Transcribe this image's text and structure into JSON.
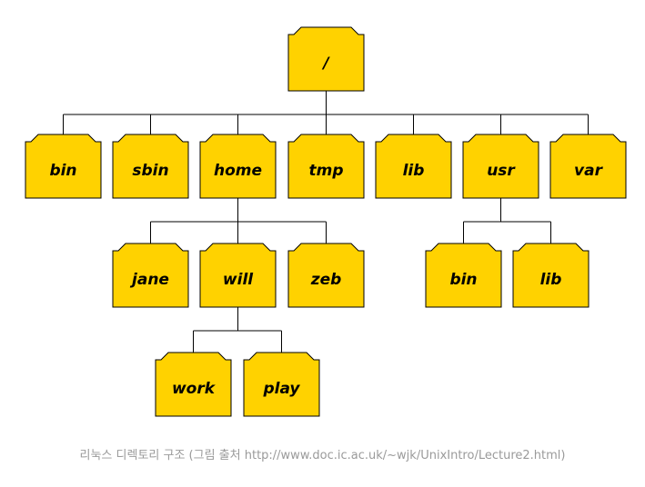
{
  "diagram": {
    "nodes": [
      {
        "id": "root",
        "label": "/"
      },
      {
        "id": "bin",
        "label": "bin"
      },
      {
        "id": "sbin",
        "label": "sbin"
      },
      {
        "id": "home",
        "label": "home"
      },
      {
        "id": "tmp",
        "label": "tmp"
      },
      {
        "id": "lib",
        "label": "lib"
      },
      {
        "id": "usr",
        "label": "usr"
      },
      {
        "id": "var",
        "label": "var"
      },
      {
        "id": "jane",
        "label": "jane"
      },
      {
        "id": "will",
        "label": "will"
      },
      {
        "id": "zeb",
        "label": "zeb"
      },
      {
        "id": "usr-bin",
        "label": "bin"
      },
      {
        "id": "usr-lib",
        "label": "lib"
      },
      {
        "id": "work",
        "label": "work"
      },
      {
        "id": "play",
        "label": "play"
      }
    ],
    "edges": [
      [
        "root",
        "bin"
      ],
      [
        "root",
        "sbin"
      ],
      [
        "root",
        "home"
      ],
      [
        "root",
        "tmp"
      ],
      [
        "root",
        "lib"
      ],
      [
        "root",
        "usr"
      ],
      [
        "root",
        "var"
      ],
      [
        "home",
        "jane"
      ],
      [
        "home",
        "will"
      ],
      [
        "home",
        "zeb"
      ],
      [
        "usr",
        "usr-bin"
      ],
      [
        "usr",
        "usr-lib"
      ],
      [
        "will",
        "work"
      ],
      [
        "will",
        "play"
      ]
    ],
    "folder_color": "#ffd200"
  },
  "caption": "리눅스 디렉토리 구조 (그림 출처 http://www.doc.ic.ac.uk/~wjk/UnixIntro/Lecture2.html)"
}
